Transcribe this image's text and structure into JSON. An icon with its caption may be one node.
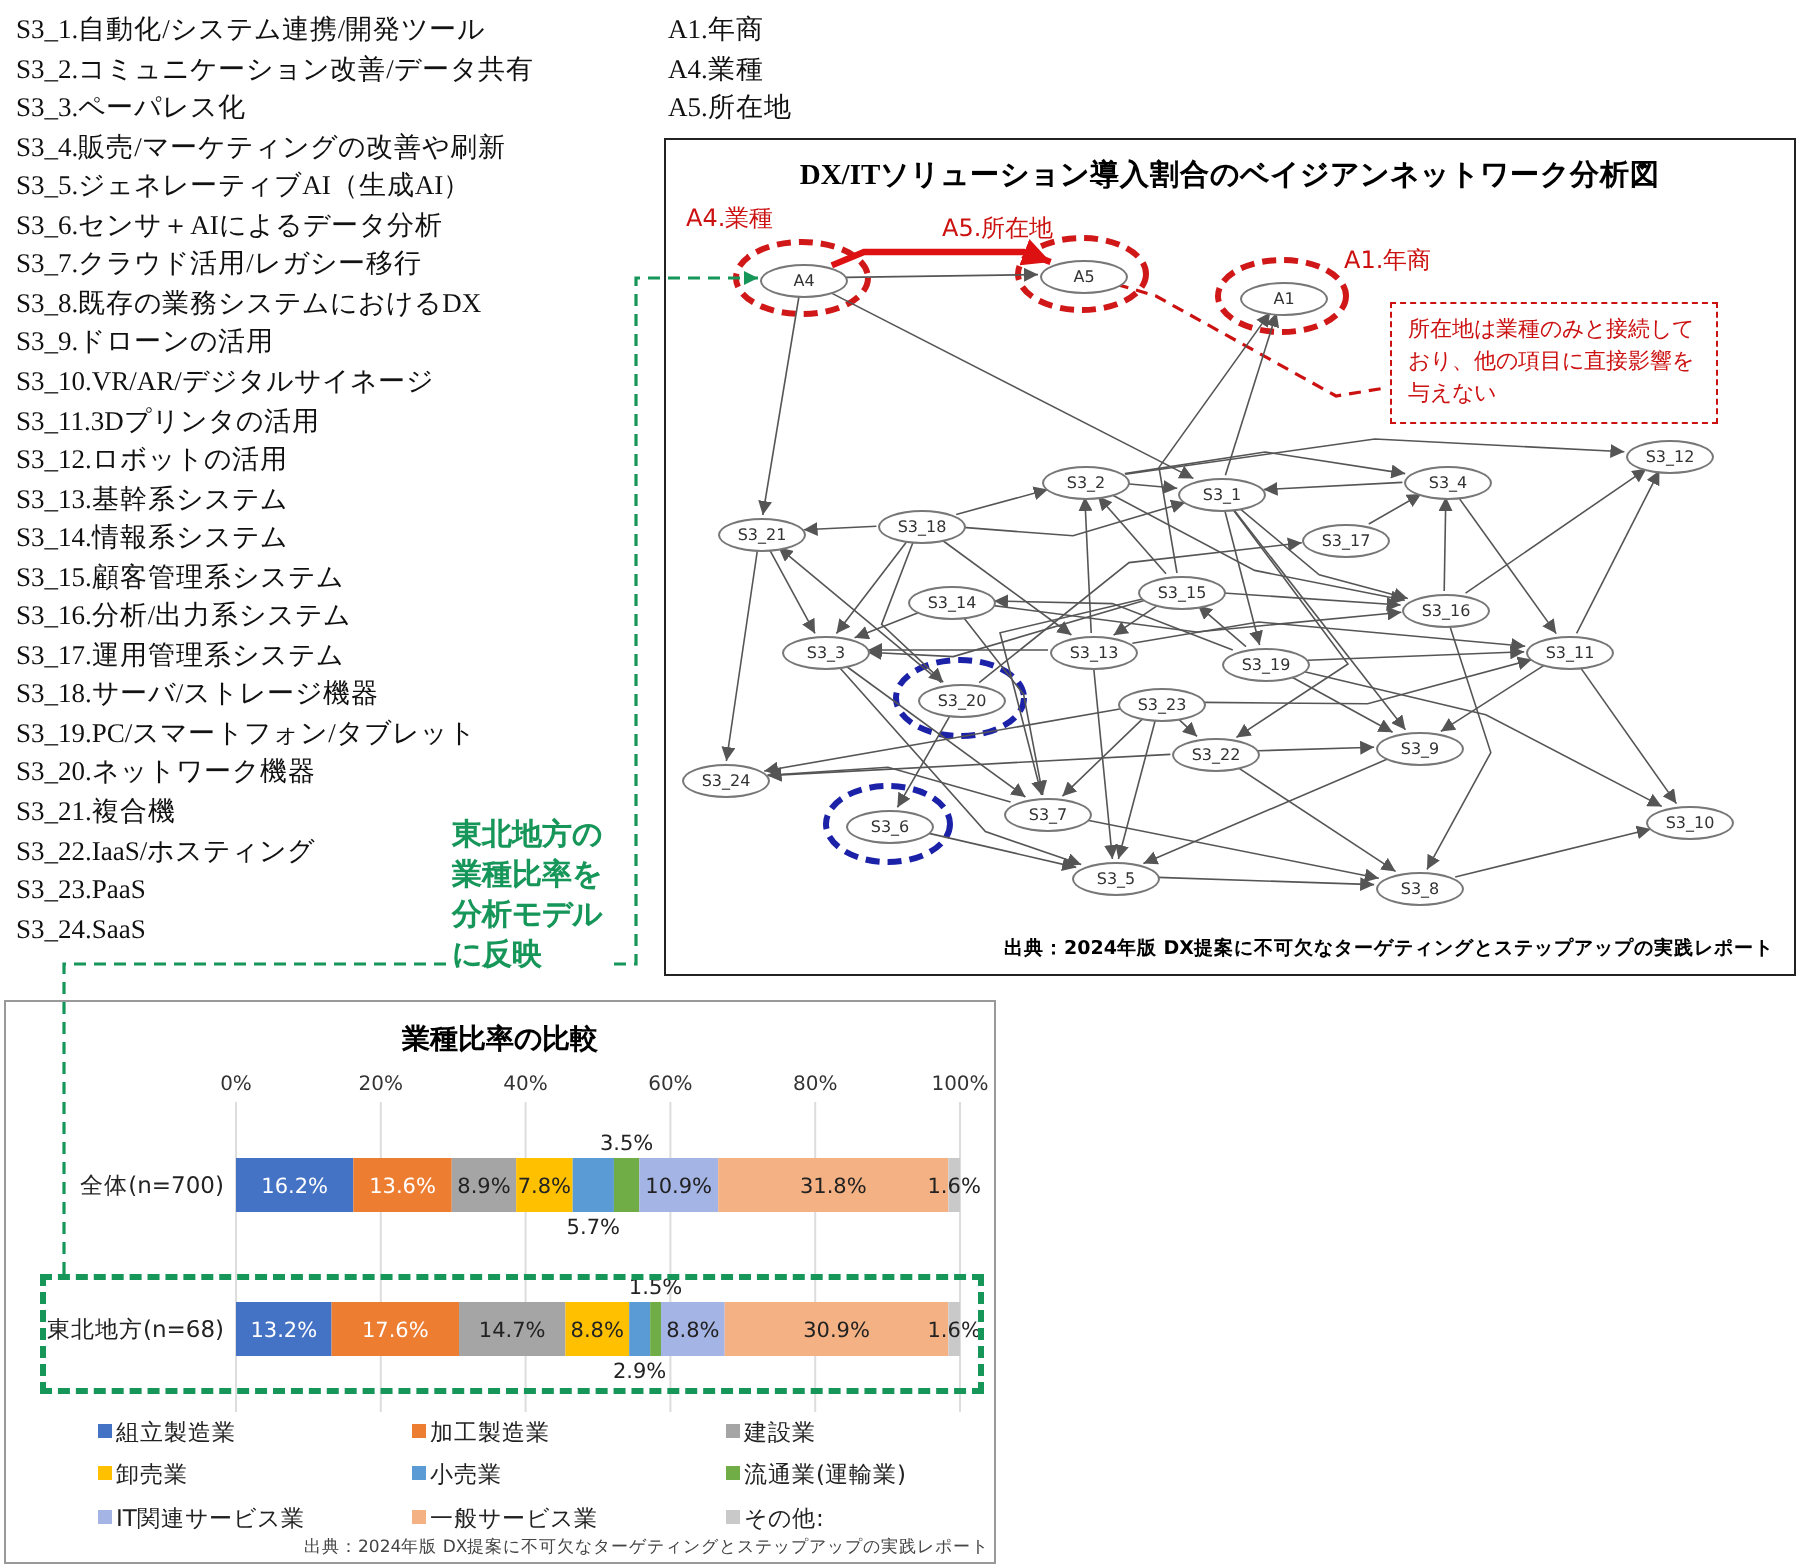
{
  "diagram": {
    "nodes": [
      {
        "text": [
          "DX/ITソリューション導入割合のベイジアンネットワーク分析図",
          "出典：2024年版 DX提案に不可欠なターゲティングとステップアップの実践レポート"
        ]
      },
      {
        "text": [
          "A4"
        ],
        "in": 0,
        "beside": [
          "A4.業種"
        ]
      },
      {
        "text": [
          "A5"
        ],
        "in": 0,
        "beside": [
          "A5.所在地"
        ]
      },
      {
        "text": [
          "A1"
        ],
        "in": 0,
        "beside": [
          "A1.年商"
        ]
      },
      {
        "text": [
          "S3_1"
        ],
        "in": 0
      },
      {
        "text": [
          "S3_2"
        ],
        "in": 0
      },
      {
        "text": [
          "S3_3"
        ],
        "in": 0
      },
      {
        "text": [
          "S3_4"
        ],
        "in": 0
      },
      {
        "text": [
          "S3_5"
        ],
        "in": 0
      },
      {
        "text": [
          "S3_6"
        ],
        "in": 0
      },
      {
        "text": [
          "S3_7"
        ],
        "in": 0
      },
      {
        "text": [
          "S3_8"
        ],
        "in": 0
      },
      {
        "text": [
          "S3_9"
        ],
        "in": 0
      },
      {
        "text": [
          "S3_10"
        ],
        "in": 0
      },
      {
        "text": [
          "S3_11"
        ],
        "in": 0
      },
      {
        "text": [
          "S3_12"
        ],
        "in": 0
      },
      {
        "text": [
          "S3_13"
        ],
        "in": 0
      },
      {
        "text": [
          "S3_14"
        ],
        "in": 0
      },
      {
        "text": [
          "S3_15"
        ],
        "in": 0
      },
      {
        "text": [
          "S3_16"
        ],
        "in": 0
      },
      {
        "text": [
          "S3_17"
        ],
        "in": 0
      },
      {
        "text": [
          "S3_18"
        ],
        "in": 0
      },
      {
        "text": [
          "S3_19"
        ],
        "in": 0
      },
      {
        "text": [
          "S3_20"
        ],
        "in": 0
      },
      {
        "text": [
          "S3_21"
        ],
        "in": 0
      },
      {
        "text": [
          "S3_22"
        ],
        "in": 0
      },
      {
        "text": [
          "S3_23"
        ],
        "in": 0
      },
      {
        "text": [
          "S3_24"
        ],
        "in": 0
      },
      {
        "text": [
          "所在地は業種のみと接続しており、他の項目に直接影響を与えない"
        ],
        "in": 0
      },
      {
        "text": [],
        "shape": "box"
      }
    ],
    "edges": [
      {
        "from": 29,
        "to": 1,
        "arrow": "to",
        "style": "dashed",
        "color": "#17965a",
        "label": "東北地方の業種比率を分析モデルに反映"
      },
      {
        "from": 1,
        "to": 2,
        "arrow": "to",
        "style": "thick",
        "color": "#dd1111"
      },
      {
        "from": 2,
        "to": 28,
        "arrow": "none",
        "style": "dashed",
        "color": "#cc1111"
      },
      {
        "from": 1,
        "to": 2,
        "arrow": "to"
      },
      {
        "from": 1,
        "to": 24,
        "arrow": "to"
      },
      {
        "from": 1,
        "to": 4,
        "arrow": "to"
      },
      {
        "from": 4,
        "to": 3,
        "arrow": "to"
      },
      {
        "from": 18,
        "to": 3,
        "arrow": "to"
      },
      {
        "from": 24,
        "to": 27,
        "arrow": "to"
      },
      {
        "from": 24,
        "to": 6,
        "arrow": "to"
      },
      {
        "from": 21,
        "to": 24,
        "arrow": "to"
      },
      {
        "from": 21,
        "to": 5,
        "arrow": "to"
      },
      {
        "from": 21,
        "to": 4,
        "arrow": "to"
      },
      {
        "from": 21,
        "to": 6,
        "arrow": "to"
      },
      {
        "from": 21,
        "to": 23,
        "arrow": "to"
      },
      {
        "from": 21,
        "to": 16,
        "arrow": "to"
      },
      {
        "from": 5,
        "to": 4,
        "arrow": "to"
      },
      {
        "from": 5,
        "to": 7,
        "arrow": "to"
      },
      {
        "from": 5,
        "to": 15,
        "arrow": "to"
      },
      {
        "from": 5,
        "to": 19,
        "arrow": "to"
      },
      {
        "from": 16,
        "to": 5,
        "arrow": "to"
      },
      {
        "from": 7,
        "to": 4,
        "arrow": "to"
      },
      {
        "from": 7,
        "to": 14,
        "arrow": "to"
      },
      {
        "from": 19,
        "to": 7,
        "arrow": "to"
      },
      {
        "from": 19,
        "to": 15,
        "arrow": "to"
      },
      {
        "from": 14,
        "to": 15,
        "arrow": "to"
      },
      {
        "from": 14,
        "to": 13,
        "arrow": "to"
      },
      {
        "from": 14,
        "to": 12,
        "arrow": "to"
      },
      {
        "from": 19,
        "to": 11,
        "arrow": "to"
      },
      {
        "from": 4,
        "to": 19,
        "arrow": "to"
      },
      {
        "from": 4,
        "to": 12,
        "arrow": "to"
      },
      {
        "from": 4,
        "to": 22,
        "arrow": "to"
      },
      {
        "from": 4,
        "to": 25,
        "arrow": "to"
      },
      {
        "from": 20,
        "to": 7,
        "arrow": "to"
      },
      {
        "from": 18,
        "to": 5,
        "arrow": "to"
      },
      {
        "from": 18,
        "to": 6,
        "arrow": "to"
      },
      {
        "from": 18,
        "to": 19,
        "arrow": "to"
      },
      {
        "from": 18,
        "to": 10,
        "arrow": "to"
      },
      {
        "from": 18,
        "to": 16,
        "arrow": "to"
      },
      {
        "from": 17,
        "to": 19,
        "arrow": "to"
      },
      {
        "from": 17,
        "to": 6,
        "arrow": "to"
      },
      {
        "from": 17,
        "to": 10,
        "arrow": "to"
      },
      {
        "from": 16,
        "to": 6,
        "arrow": "to"
      },
      {
        "from": 16,
        "to": 8,
        "arrow": "to"
      },
      {
        "from": 16,
        "to": 14,
        "arrow": "to"
      },
      {
        "from": 22,
        "to": 14,
        "arrow": "to"
      },
      {
        "from": 22,
        "to": 13,
        "arrow": "to"
      },
      {
        "from": 22,
        "to": 18,
        "arrow": "to"
      },
      {
        "from": 22,
        "to": 17,
        "arrow": "to"
      },
      {
        "from": 22,
        "to": 12,
        "arrow": "to"
      },
      {
        "from": 23,
        "to": 9,
        "arrow": "to"
      },
      {
        "from": 23,
        "to": 24,
        "arrow": "to"
      },
      {
        "from": 23,
        "to": 20,
        "arrow": "to"
      },
      {
        "from": 26,
        "to": 8,
        "arrow": "to"
      },
      {
        "from": 26,
        "to": 10,
        "arrow": "to"
      },
      {
        "from": 26,
        "to": 25,
        "arrow": "to"
      },
      {
        "from": 26,
        "to": 27,
        "arrow": "to"
      },
      {
        "from": 26,
        "to": 14,
        "arrow": "to"
      },
      {
        "from": 25,
        "to": 12,
        "arrow": "to"
      },
      {
        "from": 25,
        "to": 11,
        "arrow": "to"
      },
      {
        "from": 25,
        "to": 27,
        "arrow": "to"
      },
      {
        "from": 6,
        "to": 10,
        "arrow": "to"
      },
      {
        "from": 6,
        "to": 8,
        "arrow": "to"
      },
      {
        "from": 12,
        "to": 8,
        "arrow": "to"
      },
      {
        "from": 9,
        "to": 8,
        "arrow": "to"
      },
      {
        "from": 10,
        "to": 11,
        "arrow": "to"
      },
      {
        "from": 8,
        "to": 11,
        "arrow": "to"
      },
      {
        "from": 11,
        "to": 13,
        "arrow": "to"
      },
      {
        "from": 10,
        "to": 27,
        "arrow": "to"
      }
    ],
    "labels": [
      "S3_1.自動化/システム連携/開発ツール",
      "S3_2.コミュニケーション改善/データ共有",
      "S3_3.ペーパレス化",
      "S3_4.販売/マーケティングの改善や刷新",
      "S3_5.ジェネレーティブAI（生成AI）",
      "S3_6.センサ＋AIによるデータ分析",
      "S3_7.クラウド活用/レガシー移行",
      "S3_8.既存の業務システムにおけるDX",
      "S3_9.ドローンの活用",
      "S3_10.VR/AR/デジタルサイネージ",
      "S3_11.3Dプリンタの活用",
      "S3_12.ロボットの活用",
      "S3_13.基幹系システム",
      "S3_14.情報系システム",
      "S3_15.顧客管理系システム",
      "S3_16.分析/出力系システム",
      "S3_17.運用管理系システム",
      "S3_18.サーバ/ストレージ機器",
      "S3_19.PC/スマートフォン/タブレット",
      "S3_20.ネットワーク機器",
      "S3_21.複合機",
      "S3_22.IaaS/ホスティング",
      "S3_23.PaaS",
      "S3_24.SaaS",
      "A1.年商",
      "A4.業種",
      "A5.所在地",
      "出典：2024年版 DX提案に不可欠なターゲティングとステップアップの実践レポート"
    ],
    "chart_data": {
      "type": "bar",
      "orientation": "horizontal",
      "stacked": true,
      "title": "業種比率の比較",
      "categories": [
        "全体(n=700)",
        "東北地方(n=68)"
      ],
      "series": [
        {
          "name": "組立製造業",
          "color": "#4472c4",
          "values": [
            16.2,
            13.2
          ],
          "value_labels": [
            "16.2%",
            "13.2%"
          ]
        },
        {
          "name": "加工製造業",
          "color": "#ed7d31",
          "values": [
            13.6,
            17.6
          ],
          "value_labels": [
            "13.6%",
            "17.6%"
          ]
        },
        {
          "name": "建設業",
          "color": "#a5a5a5",
          "values": [
            8.9,
            14.7
          ],
          "value_labels": [
            "8.9%",
            "14.7%"
          ]
        },
        {
          "name": "卸売業",
          "color": "#ffc000",
          "values": [
            7.8,
            8.8
          ],
          "value_labels": [
            "7.8%",
            "8.8%"
          ]
        },
        {
          "name": "小売業",
          "color": "#5b9bd5",
          "values": [
            5.7,
            2.9
          ],
          "value_labels": [
            "5.7%",
            "2.9%"
          ]
        },
        {
          "name": "流通業(運輸業)",
          "color": "#70ad47",
          "values": [
            3.5,
            1.5
          ],
          "value_labels": [
            "3.5%",
            "1.5%"
          ]
        },
        {
          "name": "IT関連サービス業",
          "color": "#a4b4e4",
          "values": [
            10.9,
            8.8
          ],
          "value_labels": [
            "10.9%",
            "8.8%"
          ]
        },
        {
          "name": "一般サービス業",
          "color": "#f4b183",
          "values": [
            31.8,
            30.9
          ],
          "value_labels": [
            "31.8%",
            "30.9%"
          ]
        },
        {
          "name": "その他:",
          "color": "#c9c9c9",
          "values": [
            1.6,
            1.6
          ],
          "value_labels": [
            "1.6%",
            "1.6%"
          ]
        }
      ],
      "grid": true,
      "legend": "bottom",
      "xlim": [
        0,
        100
      ],
      "xticks": [
        {
          "value": 0,
          "label": "0%"
        },
        {
          "value": 20,
          "label": "20%"
        },
        {
          "value": 40,
          "label": "40%"
        },
        {
          "value": 60,
          "label": "60%"
        },
        {
          "value": 80,
          "label": "80%"
        },
        {
          "value": 100,
          "label": "100%"
        }
      ],
      "data_labels": true
    }
  }
}
